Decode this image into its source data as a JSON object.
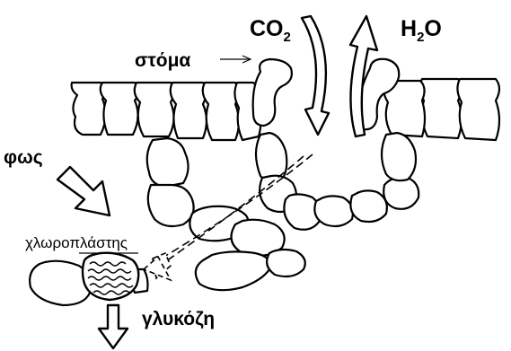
{
  "labels": {
    "co2": "CO",
    "co2_sub": "2",
    "h2o_h": "H",
    "h2o_sub": "2",
    "h2o_o": "O",
    "stoma": "στόμα",
    "light": "φως",
    "chloroplast": "χλωροπλάστης",
    "glucose": "γλυκόζη"
  },
  "icons": [
    "stoma-pointer-arrow",
    "co2-inflow-arrow",
    "h2o-outflow-arrow",
    "light-arrow",
    "co2-to-chloroplast-arrow",
    "glucose-arrow"
  ],
  "colors": {
    "ink": "#000000",
    "background": "#ffffff"
  }
}
